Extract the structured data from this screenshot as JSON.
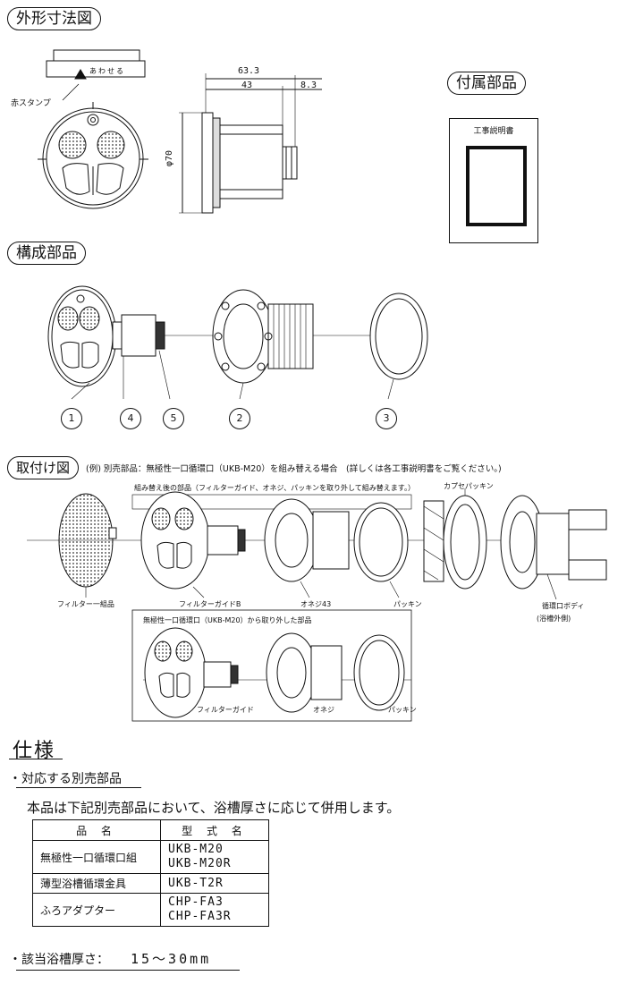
{
  "sections": {
    "outline": "外形寸法図",
    "accessories": "付属部品",
    "components": "構成部品",
    "installation": "取付け図"
  },
  "outline": {
    "stamp_label": "赤スタンプ",
    "press_label": "あわせる",
    "dim_total": "63.3",
    "dim_body": "43",
    "dim_pipe": "8.3",
    "dim_diameter": "φ70"
  },
  "accessories": {
    "manual_title": "工事説明書"
  },
  "components": {
    "numbers": [
      "1",
      "4",
      "5",
      "2",
      "3"
    ]
  },
  "installation": {
    "example_note": "(例) 別売部品：無極性一口循環口（UKB-M20）を組み替える場合　(詳しくは各工事説明書をご覧ください。)",
    "reassembled_title": "組み替え後の部品（フィルターガイド、オネジ、パッキンを取り外して組み替えます。）",
    "cap_packing": "カプセパッキン",
    "filter_assembly": "フィルター一組品",
    "filter_guide_b": "フィルターガイドB",
    "male_screw_43": "オネジ43",
    "packing": "パッキン",
    "circ_body": "循環口ボディ",
    "tub_outside": "(浴槽外側)",
    "removed_title": "無極性一口循環口（UKB-M20）から取り外した部品",
    "filter_guide": "フィルターガイド",
    "male_screw": "オネジ",
    "packing2": "パッキン"
  },
  "spec": {
    "title": "仕様",
    "sub_heading": "・対応する別売部品",
    "description": "本品は下記別売部品において、浴槽厚さに応じて併用します。",
    "table_headers": [
      "品 名",
      "型 式 名"
    ],
    "rows": [
      {
        "name": "無極性一口循環口組",
        "model1": "UKB-M20",
        "model2": "UKB-M20R"
      },
      {
        "name": "薄型浴槽循環金具",
        "model1": "UKB-T2R",
        "model2": ""
      },
      {
        "name": "ふろアダプター",
        "model1": "CHP-FA3",
        "model2": "CHP-FA3R"
      }
    ],
    "thickness_label": "・該当浴槽厚さ：",
    "thickness_value": "15～30mm"
  }
}
